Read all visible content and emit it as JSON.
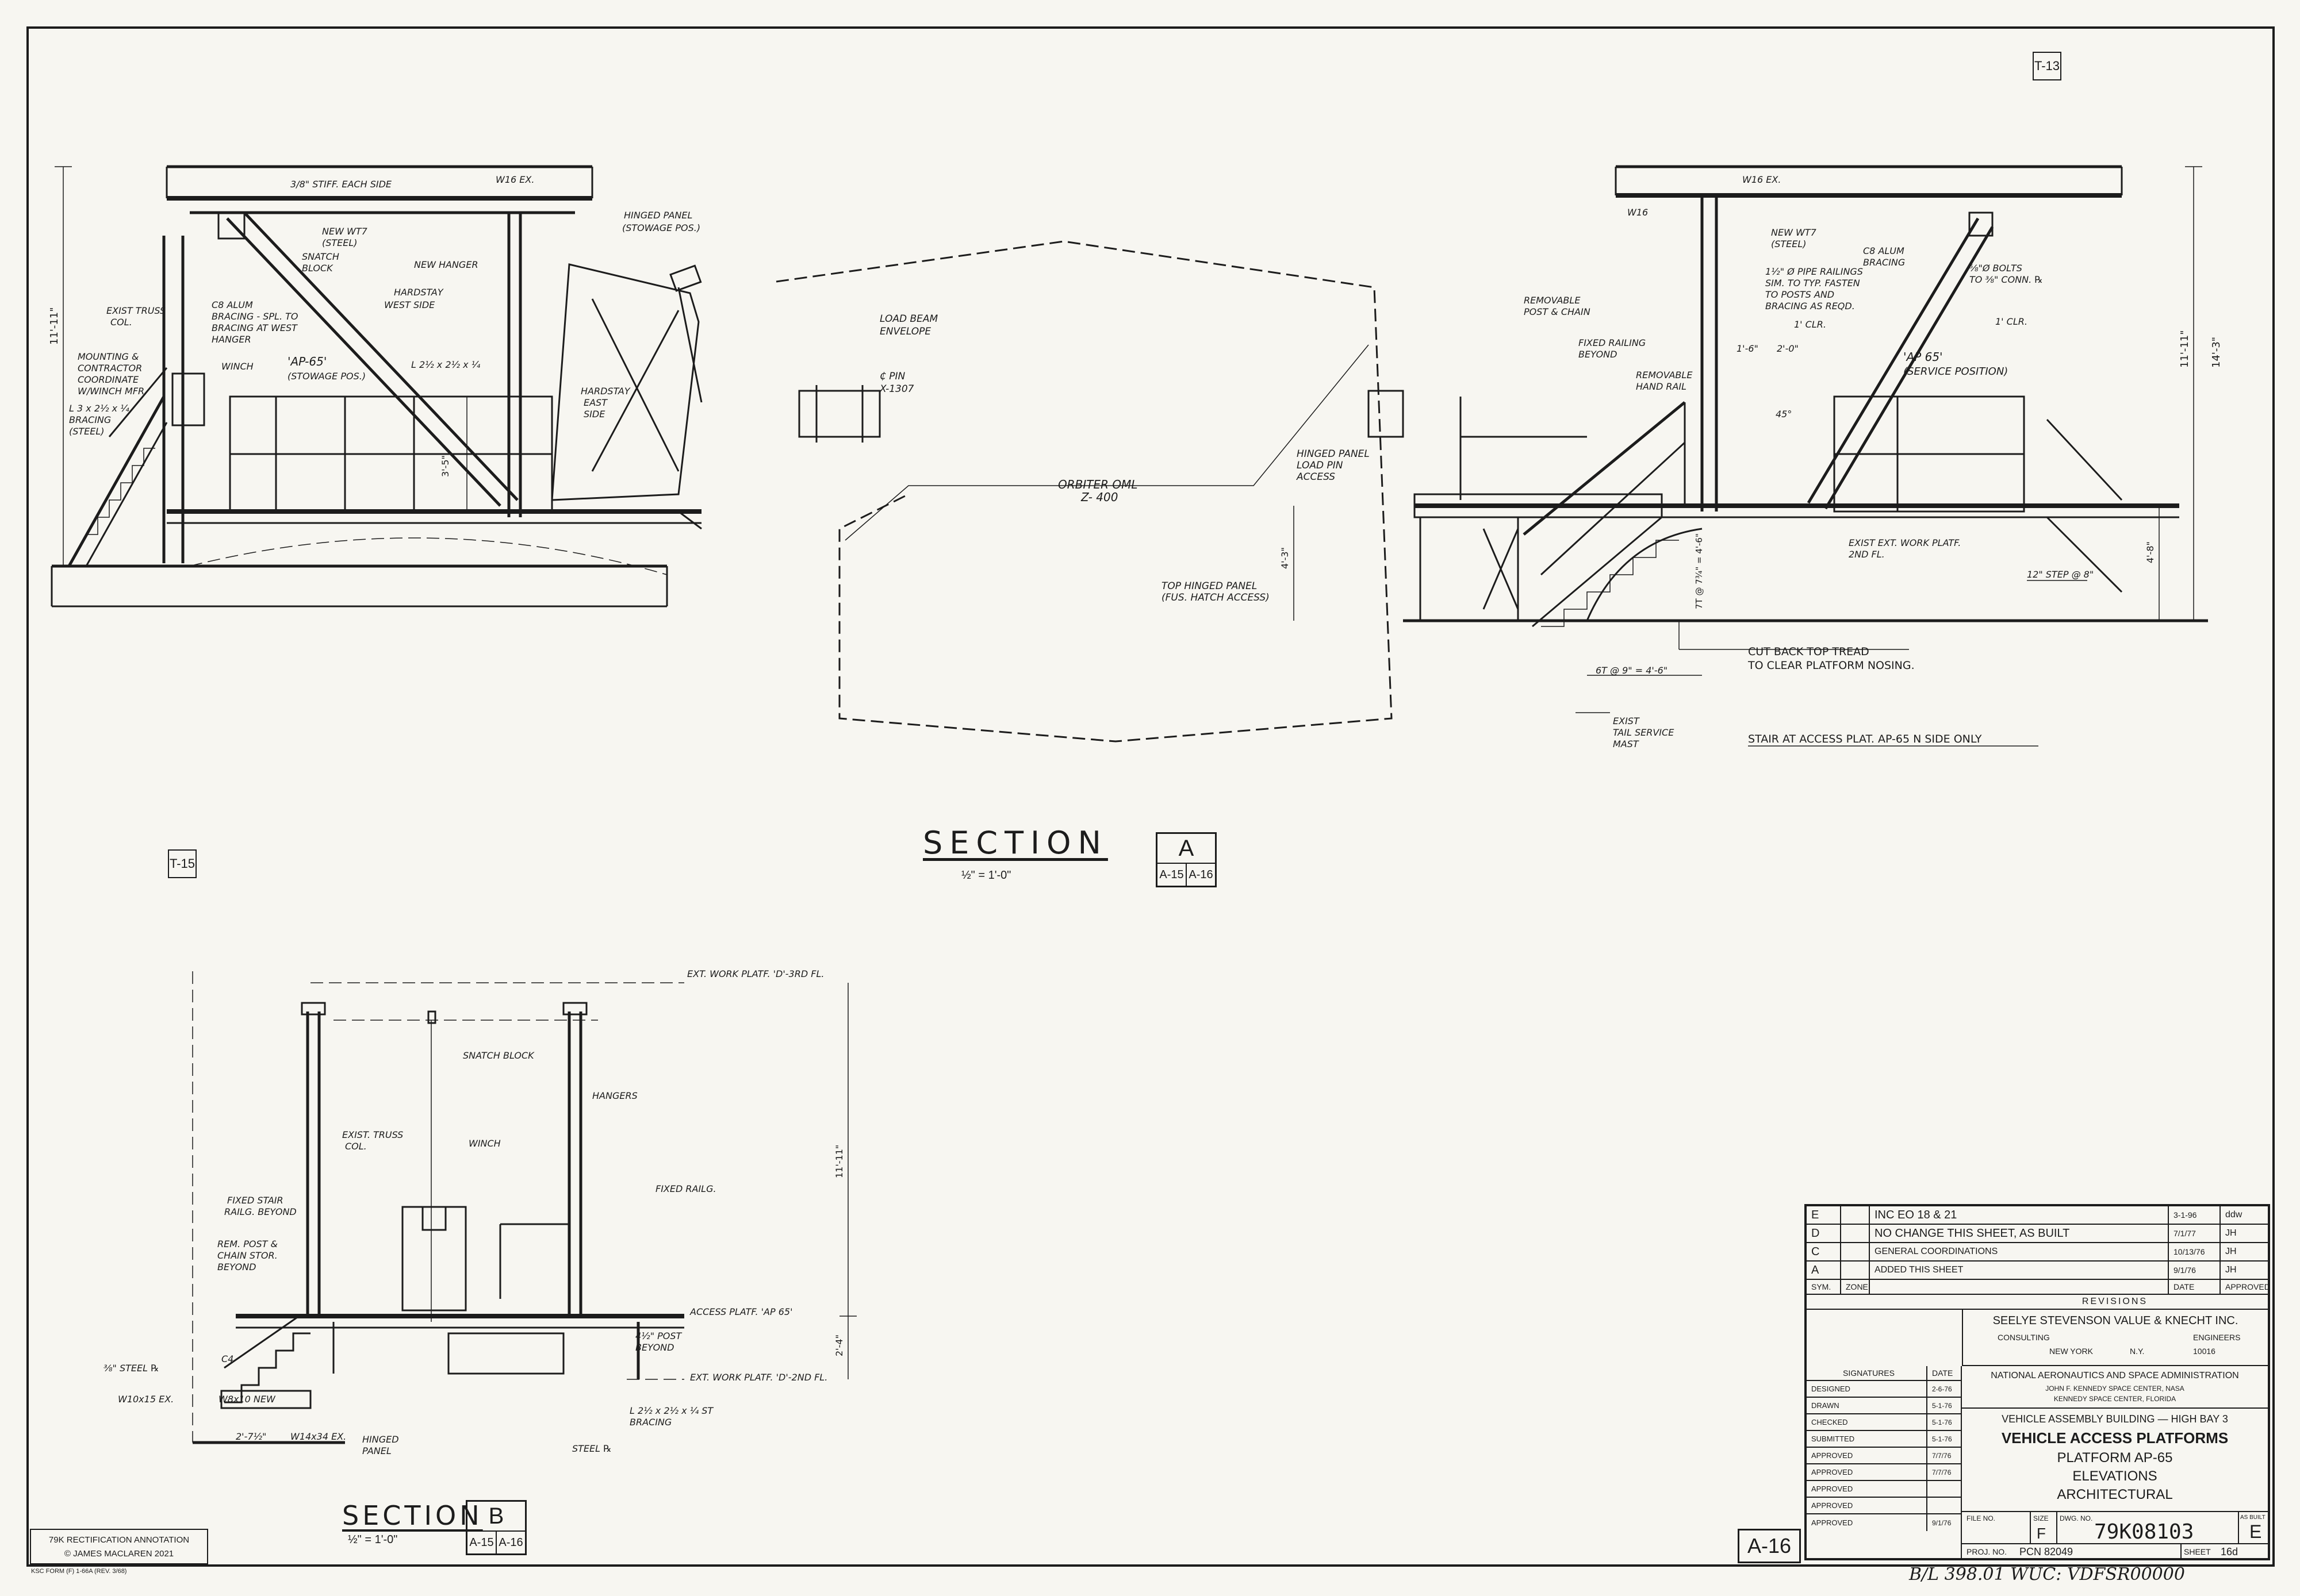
{
  "tags": {
    "t13": "T-13",
    "t15": "T-15"
  },
  "section_a": {
    "title": "SECTION",
    "letter": "A",
    "scale": "½\" = 1'-0\"",
    "refs": [
      "A-15",
      "A-16"
    ]
  },
  "section_b": {
    "title": "SECTION",
    "letter": "B",
    "scale": "½\" = 1'-0\"",
    "refs": [
      "A-15",
      "A-16"
    ]
  },
  "labels_left": {
    "stiff": "3/8\" STIFF. EACH SIDE",
    "w16_left": "W16 EX.",
    "new_wt7": "NEW WT7",
    "steel": "(STEEL)",
    "snatch": "SNATCH",
    "block": "BLOCK",
    "new_hanger": "NEW HANGER",
    "hinged_panel": "HINGED PANEL",
    "stowage_pos": "(STOWAGE POS.)",
    "hardstay_w": "HARDSTAY",
    "west_side": "WEST SIDE",
    "exist_truss": "EXIST TRUSS",
    "col": "COL.",
    "c8_alum": "C8 ALUM",
    "bracing_spl": "BRACING - SPL. TO",
    "bracing_west": "BRACING AT WEST",
    "hanger": "HANGER",
    "mounting": "MOUNTING &",
    "contractor": "CONTRACTOR",
    "coordinate": "COORDINATE",
    "w_winch": "W/WINCH MFR.",
    "brace_size": "L 3 x 2½ x ¼",
    "bracing": "BRACING",
    "steel2": "(STEEL)",
    "winch": "WINCH",
    "ap65": "'AP-65'",
    "stowage_pos2": "(STOWAGE POS.)",
    "angle": "L 2½ x 2½ x ¼",
    "hardstay_e": "HARDSTAY",
    "east": "EAST",
    "side": "SIDE",
    "dim_height": "11'-11\"",
    "dim_35": "3'-5\""
  },
  "labels_mid": {
    "load_beam": "LOAD BEAM",
    "envelope": "ENVELOPE",
    "pin": "₵ PIN",
    "x1307": "X-1307",
    "orbiter": "ORBITER OML",
    "z400": "Z- 400",
    "hinged_panel": "HINGED PANEL",
    "load_pin": "LOAD PIN",
    "access": "ACCESS",
    "top_hinged": "TOP HINGED PANEL",
    "fus_hatch": "(FUS. HATCH ACCESS)",
    "dim_43": "4'-3\""
  },
  "labels_right": {
    "w16_right": "W16 EX.",
    "w16b": "W16",
    "new_wt7": "NEW WT7",
    "steel": "(STEEL)",
    "c8_alum": "C8 ALUM",
    "bracing": "BRACING",
    "bolts": "⅝\"Ø BOLTS",
    "to_conn": "TO ⅜\" CONN. ℞",
    "pipe_rail": "1½\" Ø PIPE RAILINGS",
    "sim": "SIM. TO TYP. FASTEN",
    "to_posts": "TO POSTS AND",
    "bracing_req": "BRACING AS REQD.",
    "removable": "REMOVABLE",
    "post_chain": "POST & CHAIN",
    "fixed_railing": "FIXED RAILING",
    "beyond": "BEYOND",
    "removable2": "REMOVABLE",
    "hand_rail": "HAND RAIL",
    "clr1": "1' CLR.",
    "clr2": "1' CLR.",
    "dim_16": "1'-6\"",
    "dim_20": "2'-0\"",
    "ap65": "'AP 65'",
    "service": "(SERVICE POSITION)",
    "deg45": "45°",
    "exist_platf": "EXIST EXT. WORK PLATF.",
    "second_fl": "2ND FL.",
    "cut_back": "CUT BACK TOP TREAD",
    "to_clear": "TO CLEAR PLATFORM NOSING.",
    "exist": "EXIST",
    "tail": "TAIL SERVICE",
    "mast": "MAST",
    "stair_note": "STAIR AT ACCESS PLAT. AP-65 N SIDE ONLY",
    "dim_6t": "6T @ 9\" = 4'-6\"",
    "dim_12": "12\" STEP @ 8\"",
    "dim_height": "11'-11\"",
    "dim_143": "14'-3\"",
    "dim_48": "4'-8\"",
    "dim_left": "7T @ 7¾\" = 4'-6\""
  },
  "labels_b": {
    "ext_3rd": "EXT. WORK PLATF. 'D'-3RD FL.",
    "snatch": "SNATCH BLOCK",
    "hangers": "HANGERS",
    "exist_truss": "EXIST. TRUSS",
    "col": "COL.",
    "winch": "WINCH",
    "fixed_railing": "FIXED RAILG.",
    "fixed_stair": "FIXED STAIR",
    "railg_beyond": "RAILG. BEYOND",
    "rem_post": "REM. POST &",
    "chain_stor": "CHAIN STOR.",
    "beyond": "BEYOND",
    "access_platf": "ACCESS PLATF. 'AP 65'",
    "post_beyond": "4½\" POST",
    "beyond2": "BEYOND",
    "ext_2nd": "EXT. WORK PLATF. 'D'-2ND FL.",
    "bracing_size": "L 2½ x 2½ x ¼ ST",
    "bracing": "BRACING",
    "steel_pl_left": "⅜\" STEEL ℞",
    "c4": "C4",
    "w8": "W8x10 NEW",
    "w10": "W10x15 EX.",
    "w14": "W14x34 EX.",
    "dim_27": "2'-7½\"",
    "hinged": "HINGED",
    "panel": "PANEL",
    "steel_pl": "STEEL ℞",
    "dim_height": "11'-11\"",
    "dim_24": "2'-4\""
  },
  "revisions": {
    "rows": [
      {
        "sym": "E",
        "desc": "INC EO 18 & 21",
        "date": "3-1-96",
        "appr": "ddw"
      },
      {
        "sym": "D",
        "desc": "NO CHANGE THIS SHEET, AS BUILT",
        "date": "7/1/77",
        "appr": "JH"
      },
      {
        "sym": "C",
        "desc": "GENERAL COORDINATIONS",
        "date": "10/13/76",
        "appr": "JH"
      },
      {
        "sym": "A",
        "desc": "ADDED THIS SHEET",
        "date": "9/1/76",
        "appr": "JH"
      }
    ],
    "header": {
      "sym": "SYM.",
      "zone": "ZONE",
      "date": "DATE",
      "approved": "APPROVED"
    },
    "title": "REVISIONS"
  },
  "firm": {
    "name": "SEELYE STEVENSON VALUE & KNECHT INC.",
    "consulting": "CONSULTING",
    "engineers": "ENGINEERS",
    "city": "NEW YORK",
    "state": "N.Y.",
    "zip": "10016"
  },
  "signatures": {
    "header": "SIGNATURES",
    "date_header": "DATE",
    "rows": [
      {
        "role": "DESIGNED",
        "date": "2-6-76"
      },
      {
        "role": "DRAWN",
        "date": "5-1-76"
      },
      {
        "role": "CHECKED",
        "date": "5-1-76"
      },
      {
        "role": "SUBMITTED",
        "date": "5-1-76"
      },
      {
        "role": "APPROVED",
        "date": "7/7/76"
      },
      {
        "role": "APPROVED",
        "date": "7/7/76"
      },
      {
        "role": "APPROVED",
        "date": ""
      },
      {
        "role": "APPROVED",
        "date": ""
      },
      {
        "role": "APPROVED",
        "date": "9/1/76"
      }
    ]
  },
  "agency": {
    "name": "NATIONAL AERONAUTICS AND SPACE ADMINISTRATION",
    "center": "JOHN F. KENNEDY SPACE CENTER, NASA",
    "location": "KENNEDY SPACE CENTER, FLORIDA"
  },
  "drawing_title": {
    "line1": "VEHICLE ASSEMBLY BUILDING — HIGH BAY 3",
    "line2": "VEHICLE ACCESS PLATFORMS",
    "line3": "PLATFORM AP-65",
    "line4": "ELEVATIONS",
    "line5": "ARCHITECTURAL"
  },
  "drawing_info": {
    "file_no_label": "FILE NO.",
    "size_label": "SIZE",
    "size": "F",
    "dwg_no_label": "DWG. NO.",
    "dwg_no": "79K08103",
    "as_built_label": "AS BUILT",
    "rev": "E",
    "proj_no_label": "PROJ. NO.",
    "proj_no": "PCN 82049",
    "sheet_label": "SHEET",
    "sheet": "16d"
  },
  "sheet_tag": "A-16",
  "annotation": {
    "line1": "79K RECTIFICATION ANNOTATION",
    "line2": "© JAMES MACLAREN 2021"
  },
  "form_code": "KSC FORM (F) 1-66A (REV. 3/68)",
  "hand_note": "B/L 398.01   WUC: VDFSR00000"
}
